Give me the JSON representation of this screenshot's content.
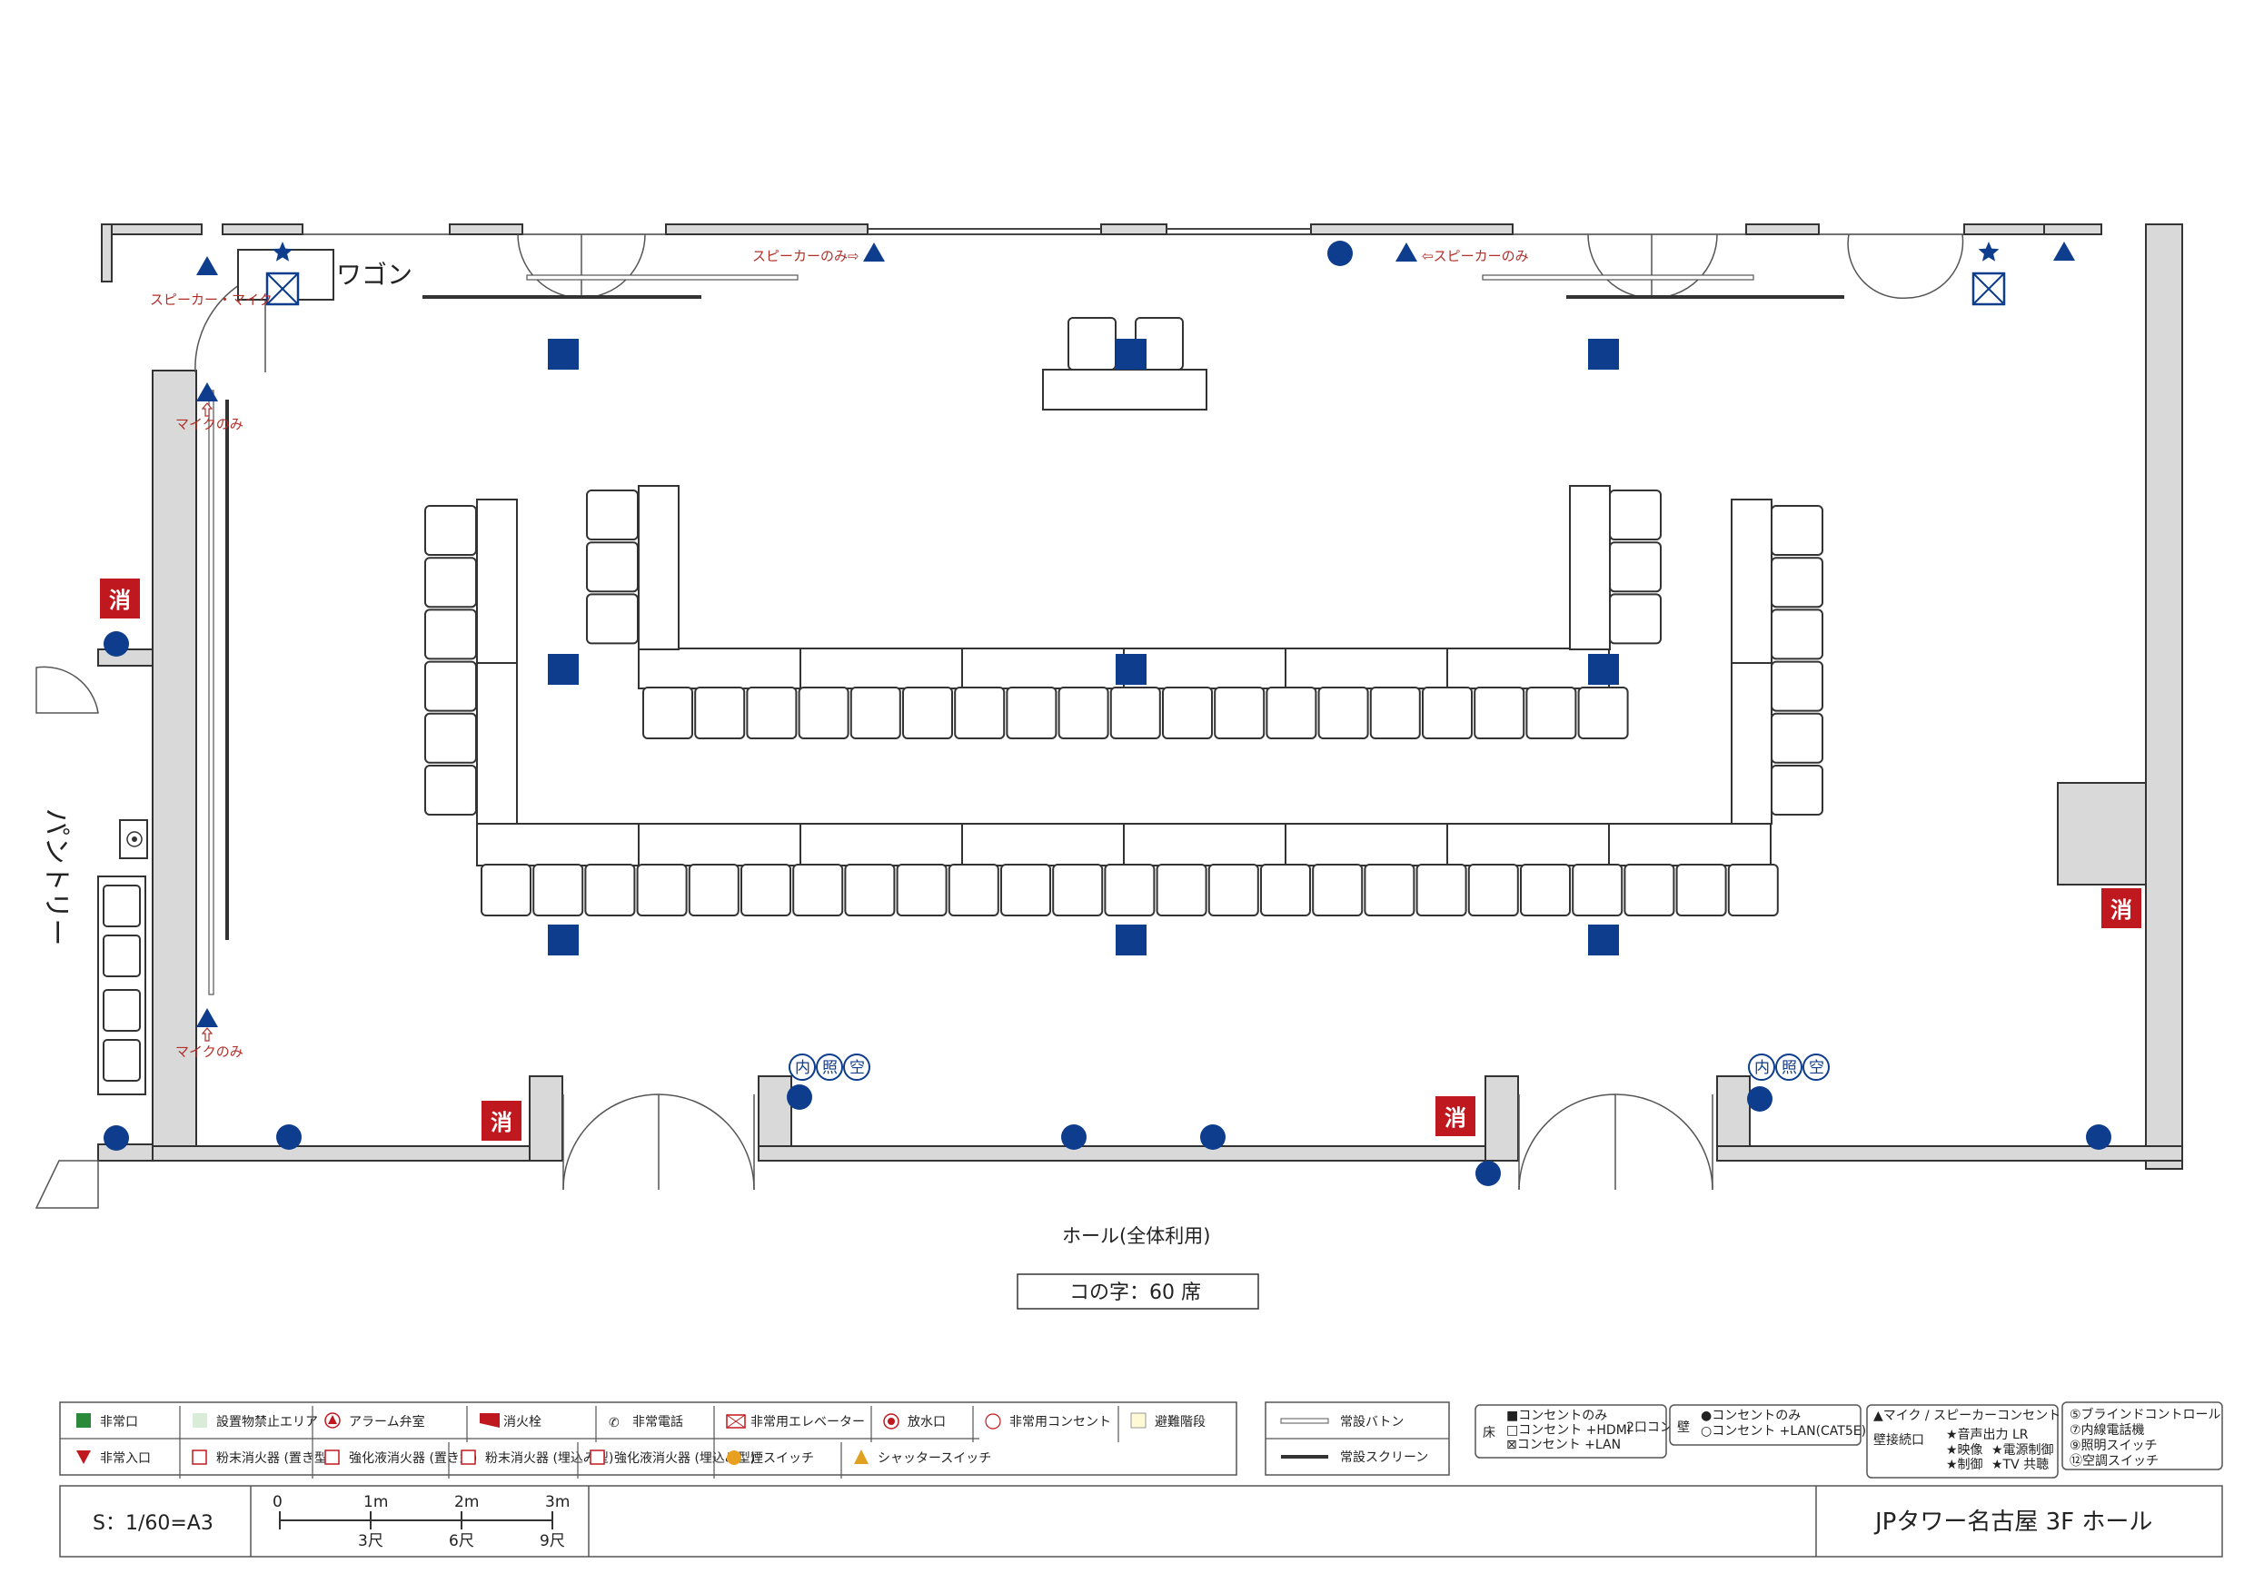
{
  "labels": {
    "wagon": "ワゴン",
    "pantry": "パントリー",
    "hall_caption": "ホール(全体利用)",
    "seat_caption": "コの字：60 席",
    "speaker_mic": "スピーカー・マイク",
    "speaker_only_left": "スピーカーのみ⇨",
    "speaker_only_right": "⇦スピーカーのみ",
    "mic_only_1": "マイクのみ",
    "mic_only_2": "マイクのみ",
    "fire_ext": "消",
    "naisho": [
      "内",
      "照",
      "空"
    ]
  },
  "legend": {
    "row1": [
      "非常口",
      "設置物禁止エリア",
      "アラーム弁室",
      "消火栓",
      "非常電話",
      "非常用エレベーター",
      "放水口",
      "非常用コンセント",
      "避難階段"
    ],
    "row2": [
      "非常入口",
      "粉末消火器 (置き型)",
      "強化液消火器 (置き型)",
      "粉末消火器 (埋込み型)",
      "強化液消火器 (埋込み型)",
      "煙スイッチ",
      "シャッタースイッチ"
    ],
    "baton": "常設バトン",
    "screen": "常設スクリーン",
    "floor_title": "床",
    "floor_items": [
      "■コンセントのみ",
      "□コンセント +HDMI",
      "⊠コンセント +LAN"
    ],
    "floor_note": "2口コンセント",
    "wall_title": "壁",
    "wall_items": [
      "●コンセントのみ",
      "○コンセント +LAN(CAT5E)"
    ],
    "wallconn_head": "▲マイク / スピーカーコンセント",
    "wallconn_title": "壁接続口",
    "wallconn_items": [
      "★音声出力 LR",
      "★映像",
      "★電源制御",
      "★制御",
      "★TV 共聴"
    ],
    "controls": [
      "⑤ブラインドコントロール",
      "⑦内線電話機",
      "⑨照明スイッチ",
      "⑫空調スイッチ"
    ]
  },
  "footer": {
    "scale": "S：1/60=A3",
    "ticks_m": [
      "0",
      "1m",
      "2m",
      "3m"
    ],
    "ticks_shaku": [
      "3尺",
      "6尺",
      "9尺"
    ],
    "title": "JPタワー名古屋 3F ホール"
  }
}
